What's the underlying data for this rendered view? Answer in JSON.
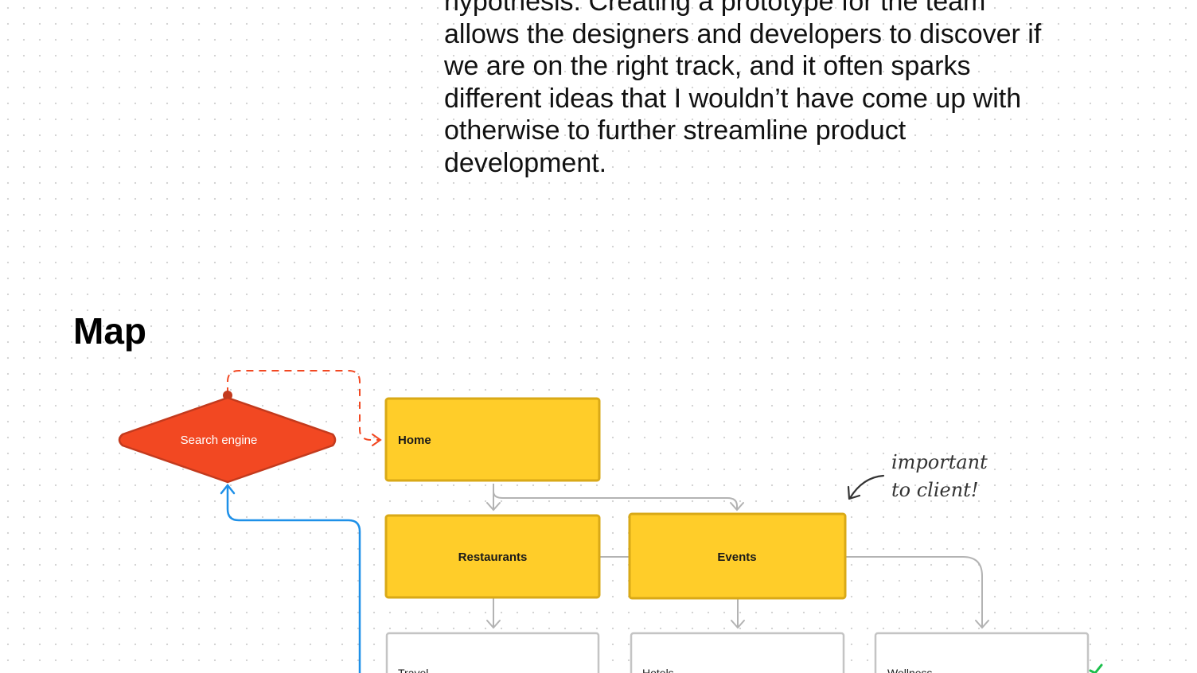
{
  "intro": {
    "paragraph": "hypothesis. Creating a prototype for the team\nallows the designers and developers to discover if\nwe are on the right track, and it often sparks\ndifferent ideas that I wouldn’t have come up with\notherwise to further streamline product\ndevelopment."
  },
  "map": {
    "heading": "Map",
    "nodes": {
      "search_engine": "Search engine",
      "home": "Home",
      "restaurants": "Restaurants",
      "events": "Events",
      "travel": "Travel",
      "hotels": "Hotels",
      "wellness": "Wellness"
    },
    "annotation": {
      "line1": "important",
      "line2": "to client!"
    }
  },
  "colors": {
    "search_engine_fill": "#f24822",
    "search_engine_stroke": "#c33a1d",
    "primary_node_fill": "#ffcd29",
    "primary_node_stroke": "#d9a917",
    "secondary_node_fill": "#ffffff",
    "secondary_node_stroke": "#c4c4c4",
    "connector_gray": "#b3b3b3",
    "connector_dashed_red": "#f24822",
    "connector_blue": "#1e90e8",
    "annotation_ink": "#333333",
    "check_green": "#1bbf4c"
  }
}
